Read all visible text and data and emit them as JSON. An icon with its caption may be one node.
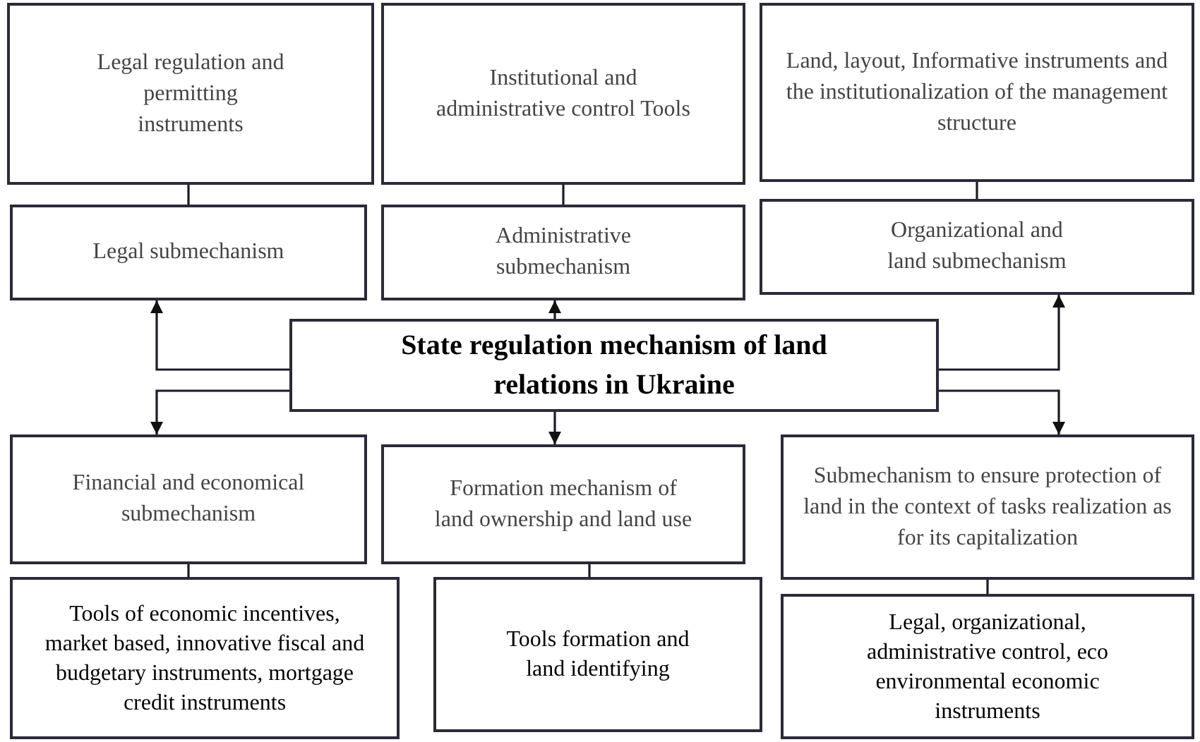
{
  "diagram": {
    "nodes": [
      {
        "text": [
          "Legal regulation and permitting instruments"
        ]
      },
      {
        "text": [
          "Institutional and administrative control Tools"
        ]
      },
      {
        "text": [
          "Land, layout, Informative instruments and the institutionalization of the management structure"
        ]
      },
      {
        "text": [
          "Legal submechanism"
        ]
      },
      {
        "text": [
          "Administrative submechanism"
        ]
      },
      {
        "text": [
          "Organizational and land submechanism"
        ]
      },
      {
        "text": [
          "State regulation mechanism of land relations in Ukraine"
        ]
      },
      {
        "text": [
          "Financial and economical submechanism"
        ]
      },
      {
        "text": [
          "Formation mechanism of land ownership and land use"
        ]
      },
      {
        "text": [
          "Submechanism to ensure protection of land in the context of tasks realization as for its capitalization"
        ]
      },
      {
        "text": [
          "Tools of economic incentives, market based, innovative fiscal and budgetary instruments, mortgage credit instruments"
        ]
      },
      {
        "text": [
          "Tools formation and land identifying"
        ]
      },
      {
        "text": [
          "Legal, organizational, administrative control, eco environmental economic instruments"
        ]
      }
    ],
    "edges": [
      {
        "from": 0,
        "to": 3,
        "arrow": "none"
      },
      {
        "from": 1,
        "to": 4,
        "arrow": "none"
      },
      {
        "from": 2,
        "to": 5,
        "arrow": "none"
      },
      {
        "from": 6,
        "to": 3,
        "arrow": "to"
      },
      {
        "from": 6,
        "to": 4,
        "arrow": "to"
      },
      {
        "from": 6,
        "to": 5,
        "arrow": "to"
      },
      {
        "from": 6,
        "to": 7,
        "arrow": "to"
      },
      {
        "from": 6,
        "to": 8,
        "arrow": "to"
      },
      {
        "from": 6,
        "to": 9,
        "arrow": "to"
      },
      {
        "from": 7,
        "to": 10,
        "arrow": "none"
      },
      {
        "from": 8,
        "to": 11,
        "arrow": "none"
      },
      {
        "from": 9,
        "to": 12,
        "arrow": "none"
      }
    ]
  }
}
